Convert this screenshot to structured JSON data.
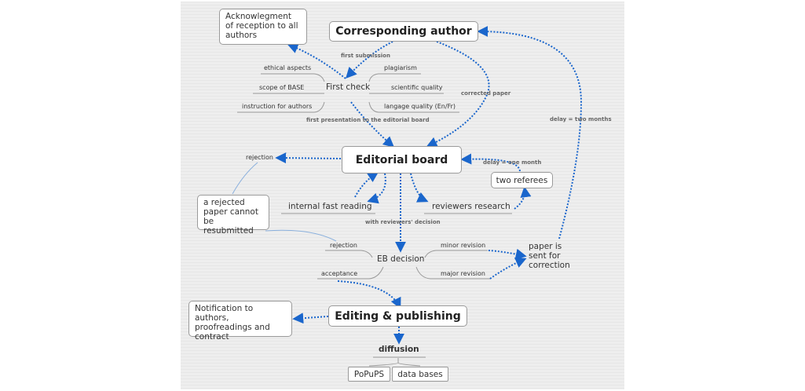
{
  "nodes": {
    "corresponding_author": "Corresponding author",
    "acknowledgment": "Acknowlegment of reception to all authors",
    "first_check": "First check",
    "ethical_aspects": "ethical aspects",
    "scope_of_base": "scope of BASE",
    "instruction_for_authors": "instruction for authors",
    "plagiarism": "plagiarism",
    "scientific_quality": "scientific quality",
    "language_quality": "langage quality (En/Fr)",
    "editorial_board": "Editorial board",
    "rejection_top": "rejection",
    "rejected_note": "a rejected paper cannot be resubmitted",
    "internal_fast_reading": "internal fast reading",
    "reviewers_research": "reviewers research",
    "two_referees": "two referees",
    "eb_decision": "EB decision",
    "rejection_eb": "rejection",
    "acceptance": "acceptance",
    "minor_revision": "minor revision",
    "major_revision": "major revision",
    "paper_sent": "paper is sent for correction",
    "editing_publishing": "Editing & publishing",
    "notification": "Notification to authors, proofreadings and contract",
    "diffusion": "diffusion",
    "popups": "PoPuPS",
    "data_bases": "data bases"
  },
  "edge_labels": {
    "first_submission": "first submission",
    "corrected_paper": "corrected paper",
    "first_presentation": "first presentation to the editorial board",
    "delay_one_month": "delay = one month",
    "delay_two_months": "delay = two months",
    "with_reviewers_decision": "with reviewers' decision"
  },
  "colors": {
    "arrow": "#1a66cc",
    "line": "#999999",
    "canvas": "#eeeeee"
  }
}
